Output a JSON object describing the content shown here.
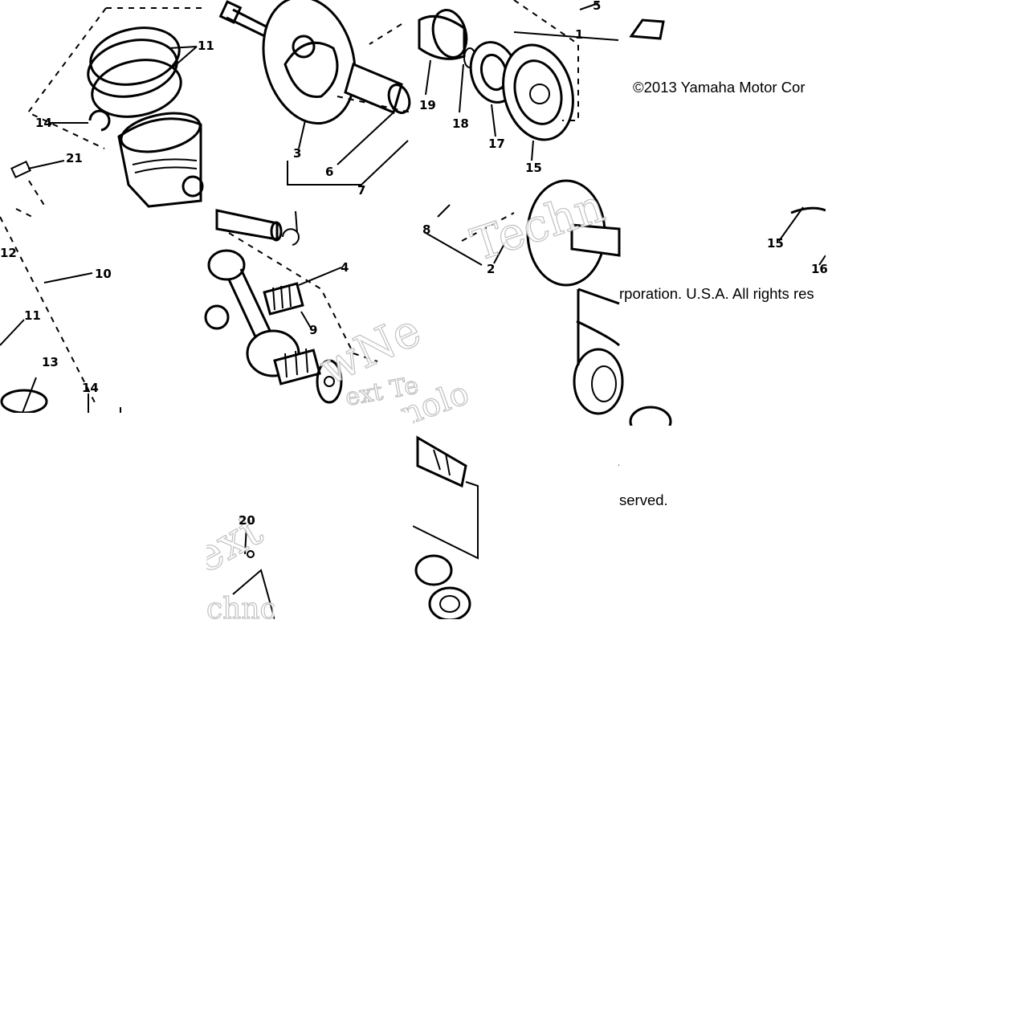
{
  "watermark_text": "Next Technologies",
  "watermark_fragments": [
    "Techn",
    "wNe",
    "ext Te",
    "nolo",
    "ext",
    "chnol"
  ],
  "callouts": [
    "14",
    "21",
    "3",
    "6",
    "7",
    "19",
    "18",
    "17",
    "15",
    "5",
    "1",
    "10",
    "11",
    "12",
    "13",
    "14",
    "4",
    "9",
    "8",
    "2",
    "15",
    "16",
    "20"
  ],
  "copyright": {
    "part1": "©2013 Yamaha Motor Cor",
    "part2": "rporation. U.S.A. All rights res",
    "part3": "served."
  },
  "colors": {
    "line": "#000000",
    "background": "#ffffff",
    "watermark": "#bbbbbb"
  }
}
